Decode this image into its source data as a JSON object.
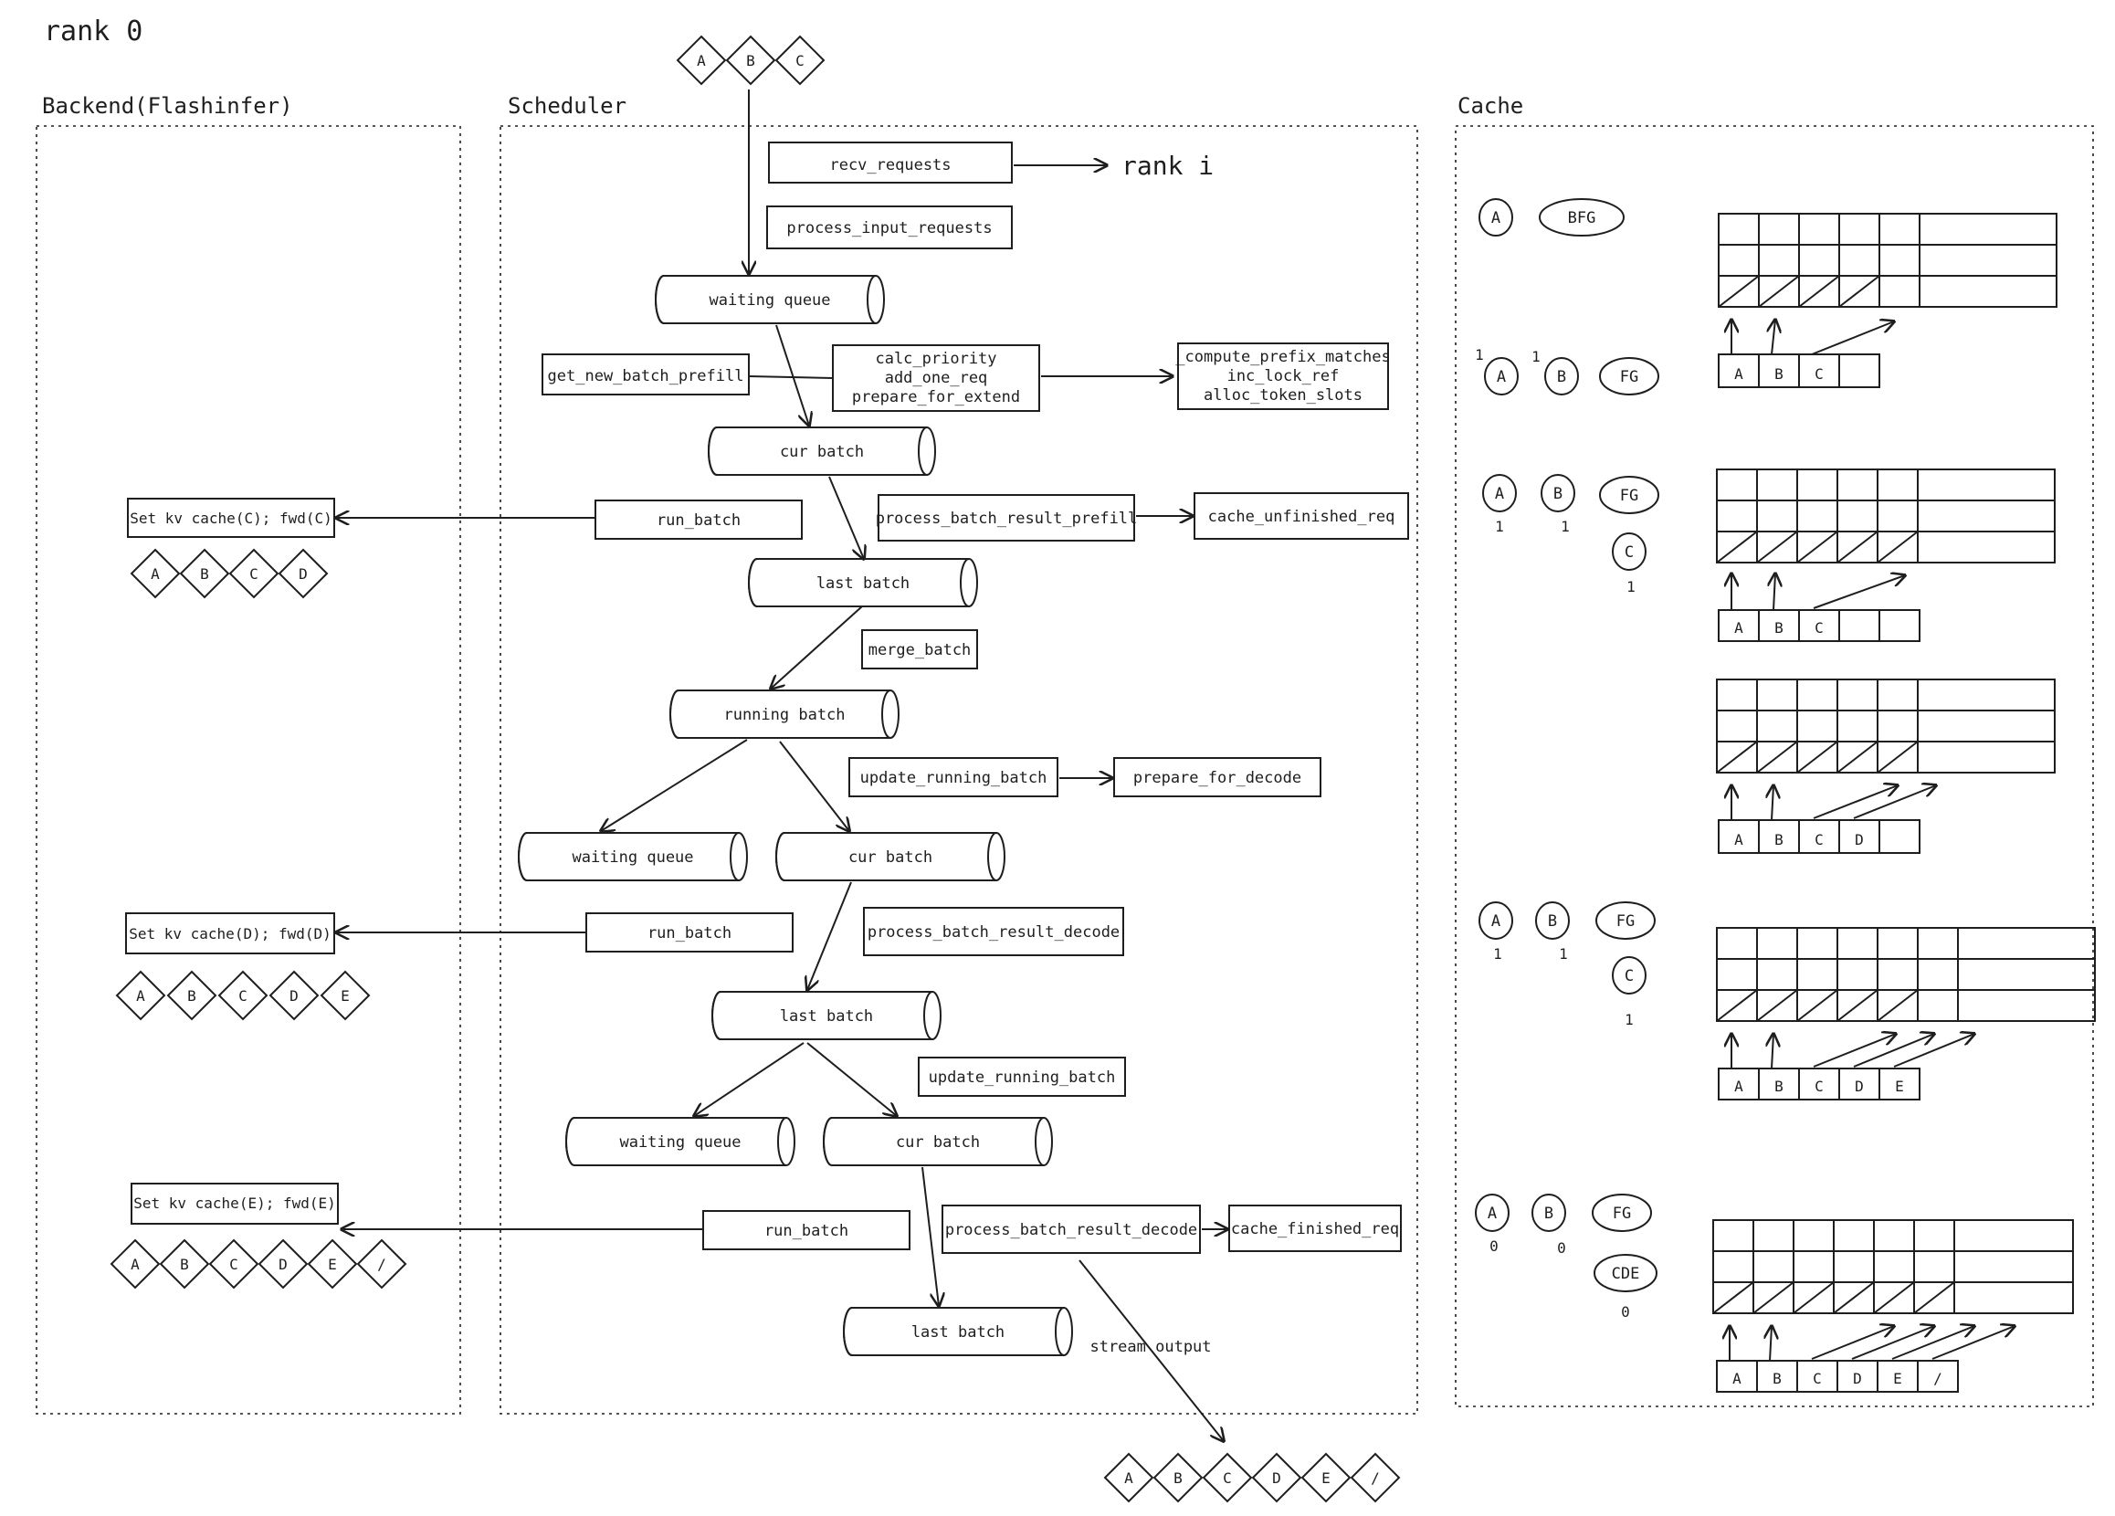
{
  "title": "rank 0",
  "sections": {
    "backend": "Backend(Flashinfer)",
    "scheduler": "Scheduler",
    "cache": "Cache"
  },
  "input_tokens": [
    "A",
    "B",
    "C"
  ],
  "scheduler": {
    "recv_requests": "recv_requests",
    "rank_i": "rank i",
    "process_input_requests": "process_input_requests",
    "waiting_queue_1": "waiting queue",
    "get_new_batch_prefill": "get_new_batch_prefill",
    "prefill_steps": [
      "calc_priority",
      "add_one_req",
      "prepare_for_extend"
    ],
    "prefix_steps": [
      "_compute_prefix_matches",
      "inc_lock_ref",
      "alloc_token_slots"
    ],
    "cur_batch_1": "cur batch",
    "run_batch_1": "run_batch",
    "process_batch_result_prefill": "process_batch_result_prefill",
    "cache_unfinished_req": "cache_unfinished_req",
    "last_batch_1": "last batch",
    "merge_batch": "merge_batch",
    "running_batch": "running batch",
    "update_running_batch_1": "update_running_batch",
    "prepare_for_decode": "prepare_for_decode",
    "waiting_queue_2": "waiting queue",
    "cur_batch_2": "cur batch",
    "run_batch_2": "run_batch",
    "process_batch_result_decode_1": "process_batch_result_decode",
    "last_batch_2": "last batch",
    "update_running_batch_2": "update_running_batch",
    "waiting_queue_3": "waiting queue",
    "cur_batch_3": "cur batch",
    "run_batch_3": "run_batch",
    "process_batch_result_decode_2": "process_batch_result_decode",
    "cache_finished_req": "cache_finished_req",
    "last_batch_3": "last batch",
    "stream_output": "stream output"
  },
  "backend": {
    "fwd_1": "Set kv cache(C); fwd(C)",
    "tokens_1": [
      "A",
      "B",
      "C",
      "D"
    ],
    "fwd_2": "Set kv cache(D); fwd(D)",
    "tokens_2": [
      "A",
      "B",
      "C",
      "D",
      "E"
    ],
    "fwd_3": "Set kv cache(E); fwd(E)",
    "tokens_3": [
      "A",
      "B",
      "C",
      "D",
      "E",
      "/"
    ]
  },
  "output_tokens": [
    "A",
    "B",
    "C",
    "D",
    "E",
    "/"
  ],
  "cache": {
    "s1": {
      "nodes": [
        "A",
        "BFG"
      ]
    },
    "s1_arr": [
      "A",
      "B",
      "C",
      ""
    ],
    "s2": {
      "nodes": [
        "A",
        "B",
        "FG"
      ],
      "counts": [
        "1",
        "1"
      ]
    },
    "s3": {
      "nodes": [
        "A",
        "B",
        "FG",
        "C"
      ],
      "counts": [
        "1",
        "1",
        "1"
      ]
    },
    "s3_arr": [
      "A",
      "B",
      "C",
      "",
      ""
    ],
    "s4_arr": [
      "A",
      "B",
      "C",
      "D",
      ""
    ],
    "s5": {
      "nodes": [
        "A",
        "B",
        "FG",
        "C"
      ],
      "counts": [
        "1",
        "1",
        "1"
      ]
    },
    "s5_arr": [
      "A",
      "B",
      "C",
      "D",
      "E"
    ],
    "s6": {
      "nodes": [
        "A",
        "B",
        "FG",
        "CDE"
      ],
      "counts": [
        "0",
        "0",
        "0"
      ]
    },
    "s6_arr": [
      "A",
      "B",
      "C",
      "D",
      "E",
      "/"
    ]
  }
}
